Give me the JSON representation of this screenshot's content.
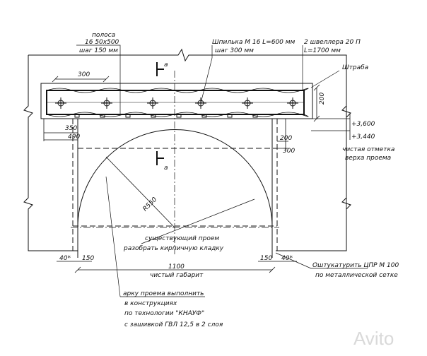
{
  "dimensions": {
    "left_300": "300",
    "wall_200": "200",
    "left_350": "350",
    "left_490": "490",
    "right_200": "200",
    "right_300": "300",
    "radius": "R550",
    "bottom_40_left": "40*",
    "bottom_150_left": "150",
    "bottom_150_right": "150",
    "bottom_40_right": "40*",
    "clear_width": "1100",
    "clear_width_caption": "чистый габарит"
  },
  "elevations": {
    "top": "+3,600",
    "bottom": "+3,440",
    "note_line1": "чистая отметка",
    "note_line2": "верха проема"
  },
  "callouts": {
    "strip_line1": "полоса",
    "strip_line2": "16 50х500",
    "strip_line3": "шаг 150 мм",
    "stud_line1": "Шпилька М 16 L=600 мм",
    "stud_line2": "шаг 300 мм",
    "channel_line1": "2 швеллера 20 П",
    "channel_line2": "L=1700 мм",
    "groove": "Штраба",
    "existing_line1": "существующий проем",
    "existing_line2": "разобрать кирпичную кладку",
    "plaster_line1": "Оштукатурить ЦПР М 100",
    "plaster_line2": "по металлической сетке",
    "arch_line1": "арку проема выполнить",
    "arch_line2": "в конструкциях",
    "arch_line3": "по технологии \"КНАУФ\"",
    "arch_line4": "с зашивкой ГВЛ 12,5 в 2 слоя"
  },
  "section_marks": {
    "top": "а",
    "bottom": "а"
  },
  "watermark": "Avito"
}
